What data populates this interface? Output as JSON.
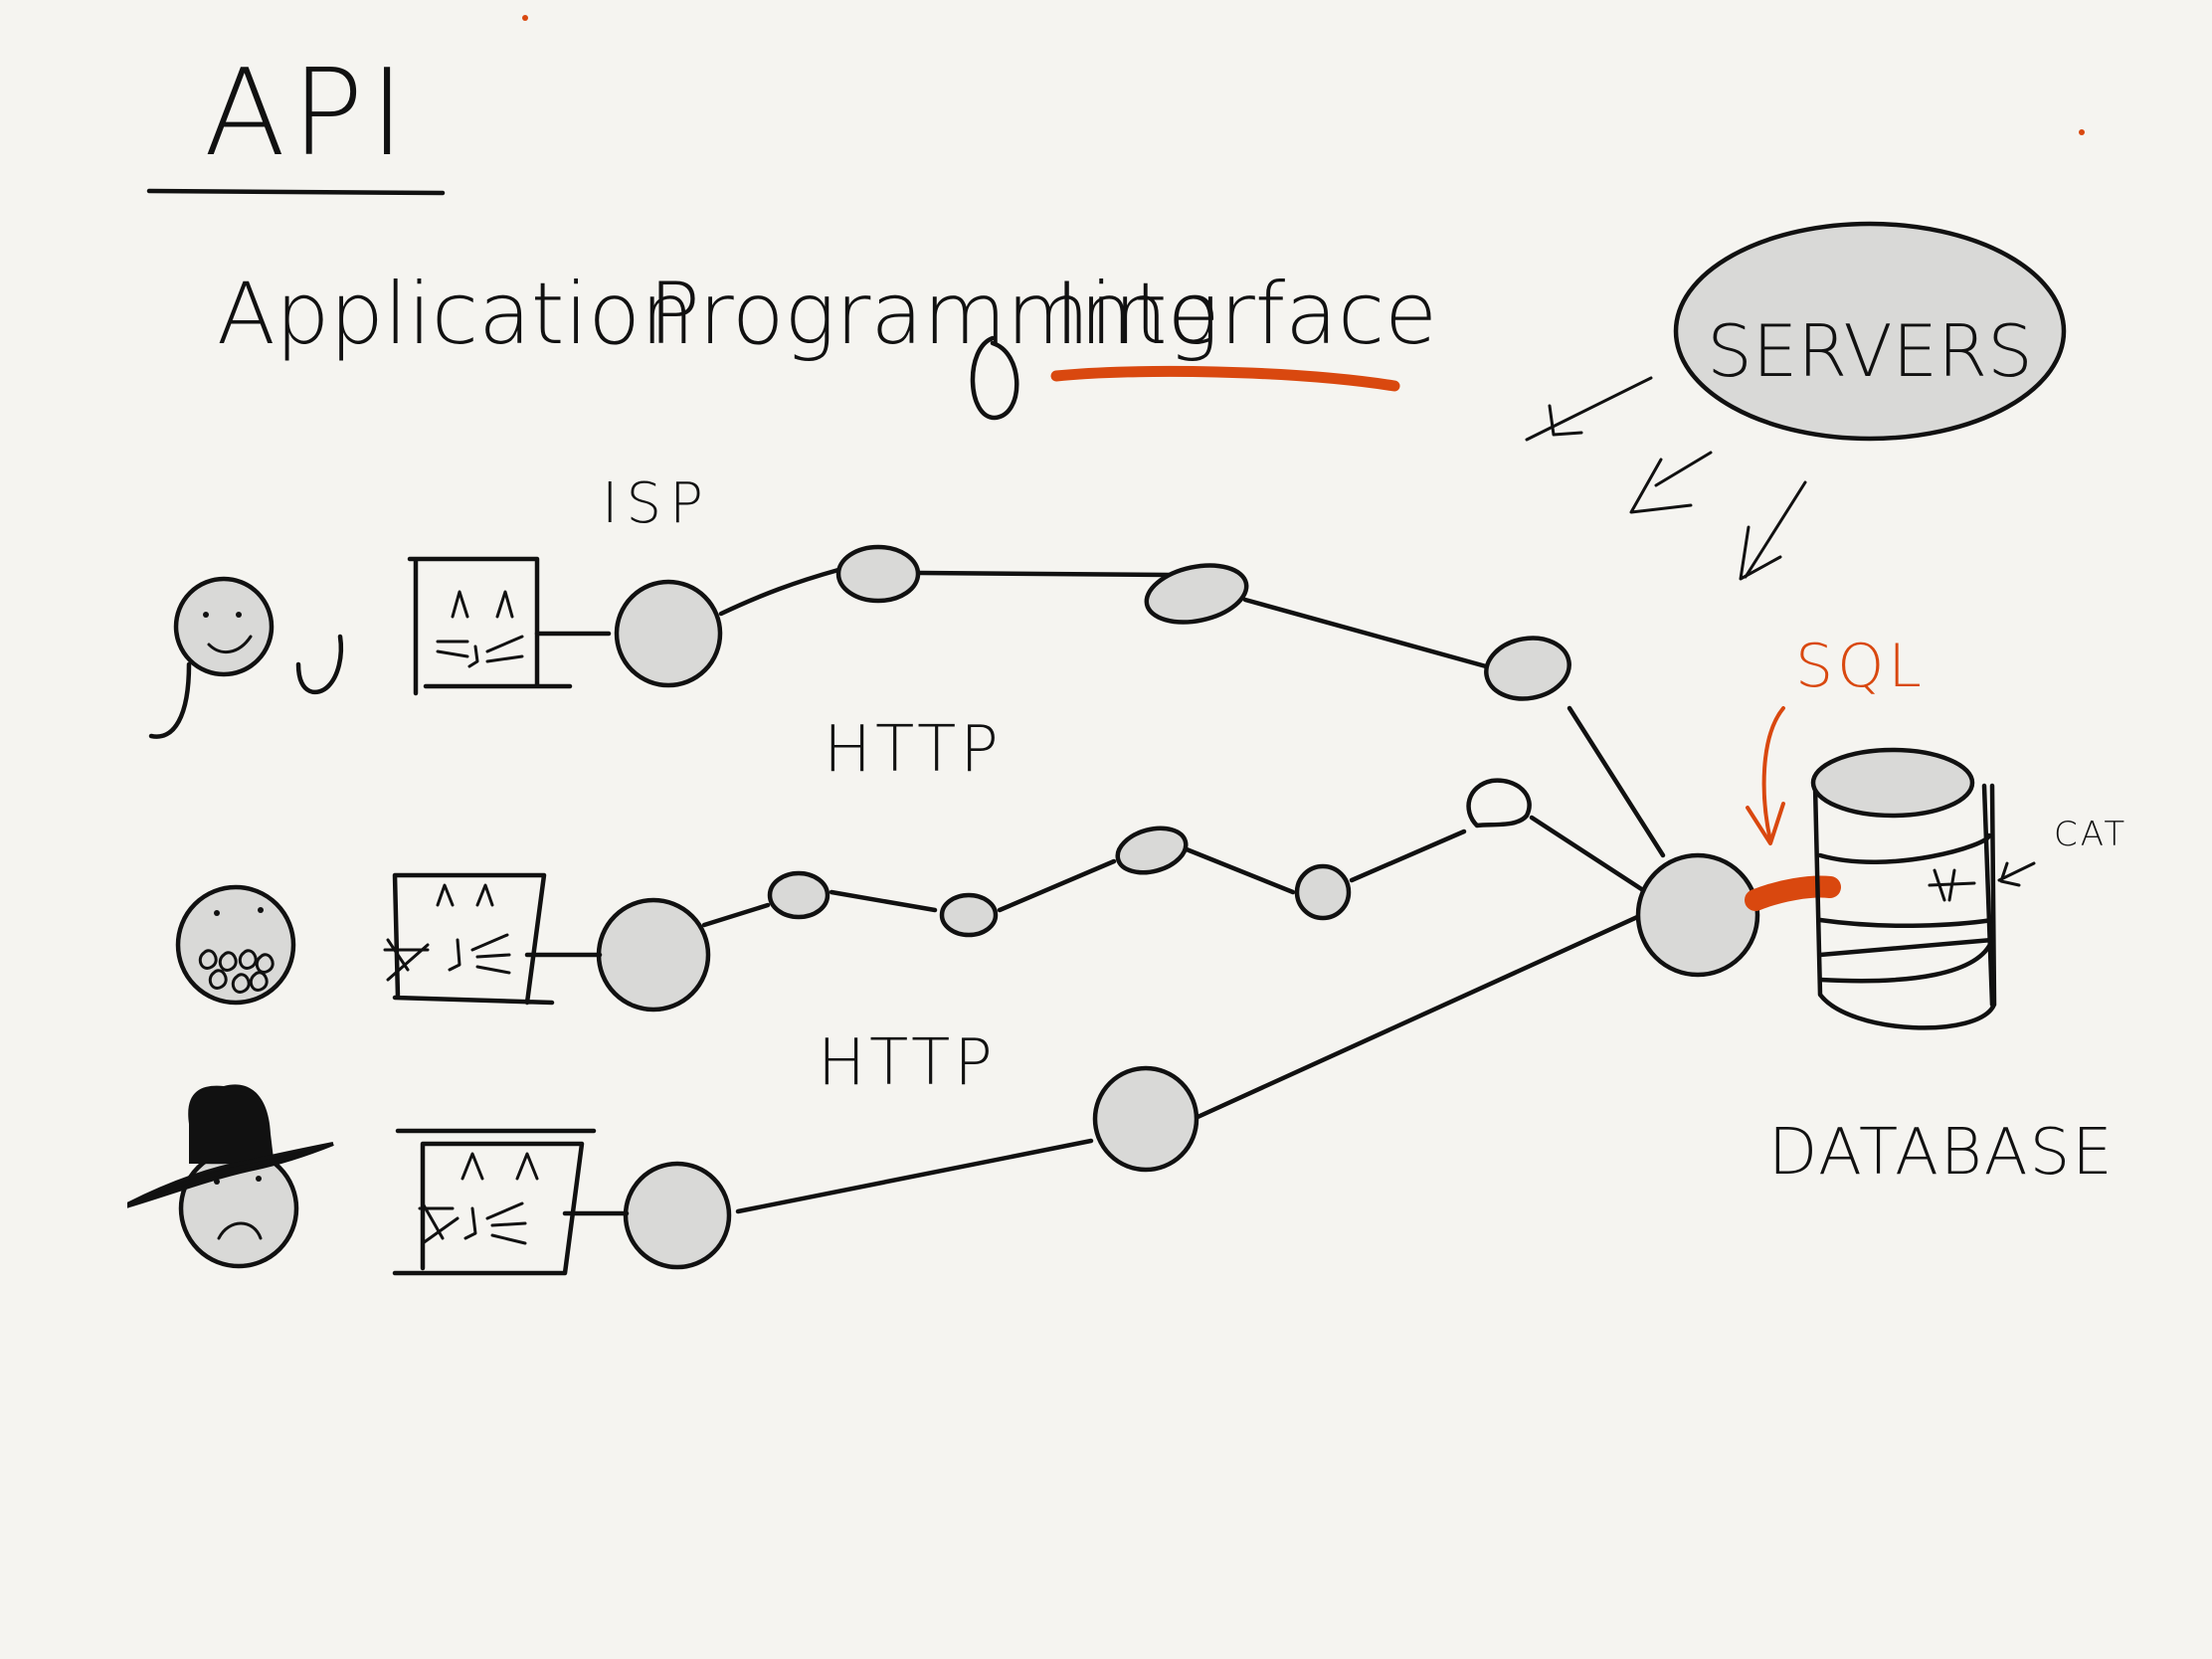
{
  "title": "API",
  "subtitle": {
    "word1": "Application",
    "word2": "Programming",
    "word3": "Interface"
  },
  "labels": {
    "isp": "ISP",
    "http_top": "HTTP",
    "http_bottom": "HTTP",
    "servers": "SERVERS",
    "sql": "SQL",
    "cat": "CAT",
    "database": "DATABASE"
  },
  "colors": {
    "ink": "#111111",
    "accent": "#d9480f",
    "node_fill": "#d9d9d7",
    "paper": "#f5f4f0"
  },
  "icons": [
    "smiley-face-icon",
    "bearded-face-icon",
    "hat-face-icon",
    "cat-computer-icon",
    "database-cylinder-icon",
    "server-ellipse-icon",
    "arrow-icon"
  ]
}
